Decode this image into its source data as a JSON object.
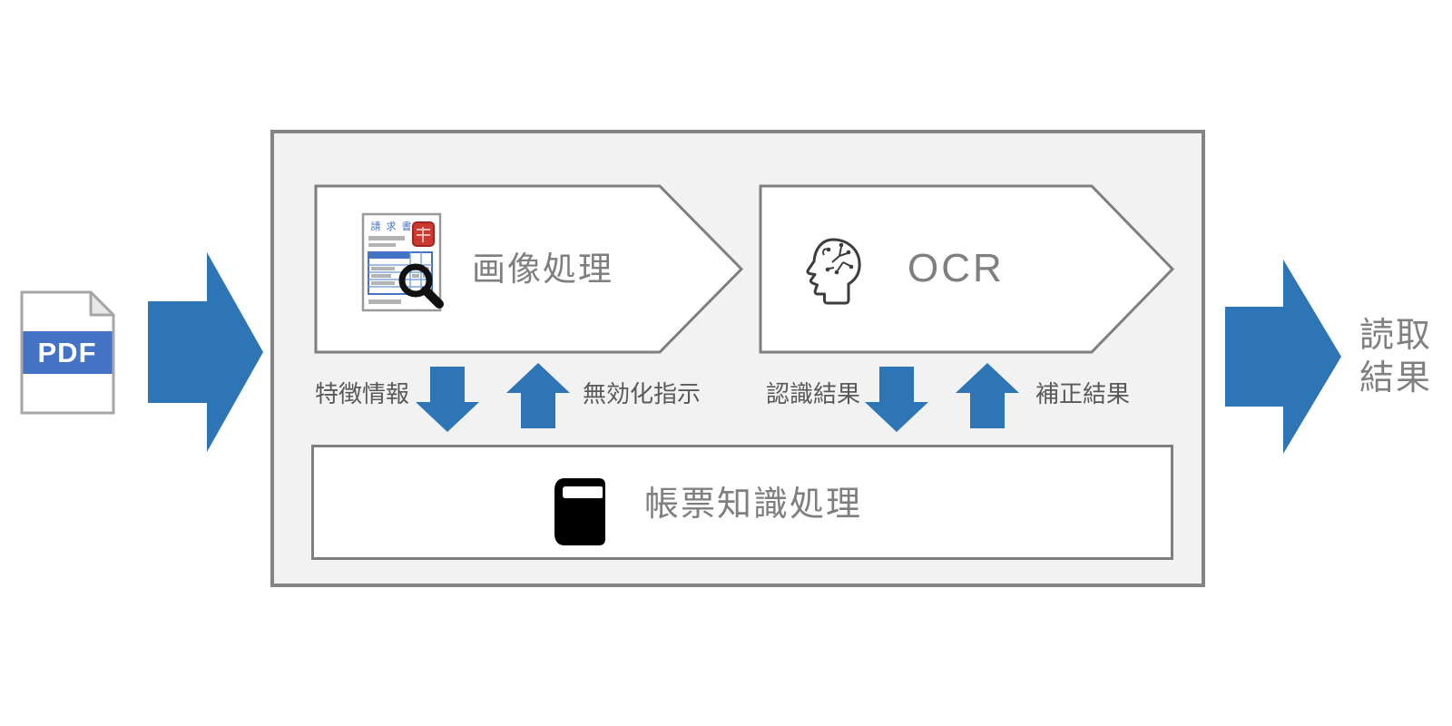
{
  "input": {
    "pdf_label": "PDF"
  },
  "stages": {
    "image_processing": {
      "label": "画像処理",
      "invoice_doc_title": "請求書"
    },
    "ocr": {
      "label": "OCR"
    }
  },
  "exchanges": {
    "image": {
      "down_label": "特徴情報",
      "up_label": "無効化指示"
    },
    "ocr": {
      "down_label": "認識結果",
      "up_label": "補正結果"
    }
  },
  "knowledge": {
    "label": "帳票知識処理"
  },
  "output": {
    "lines": [
      "読取",
      "結果"
    ]
  },
  "colors": {
    "arrow_blue": "#2e75b6",
    "pdf_band_blue": "#4472c4",
    "container_fill": "#f2f2f2",
    "container_border_gray": "#848484",
    "shape_border_gray": "#7f7f7f",
    "stage_label_gray": "#7f7f7f",
    "flow_label_gray": "#595959",
    "stamp_red": "#c0392b"
  }
}
